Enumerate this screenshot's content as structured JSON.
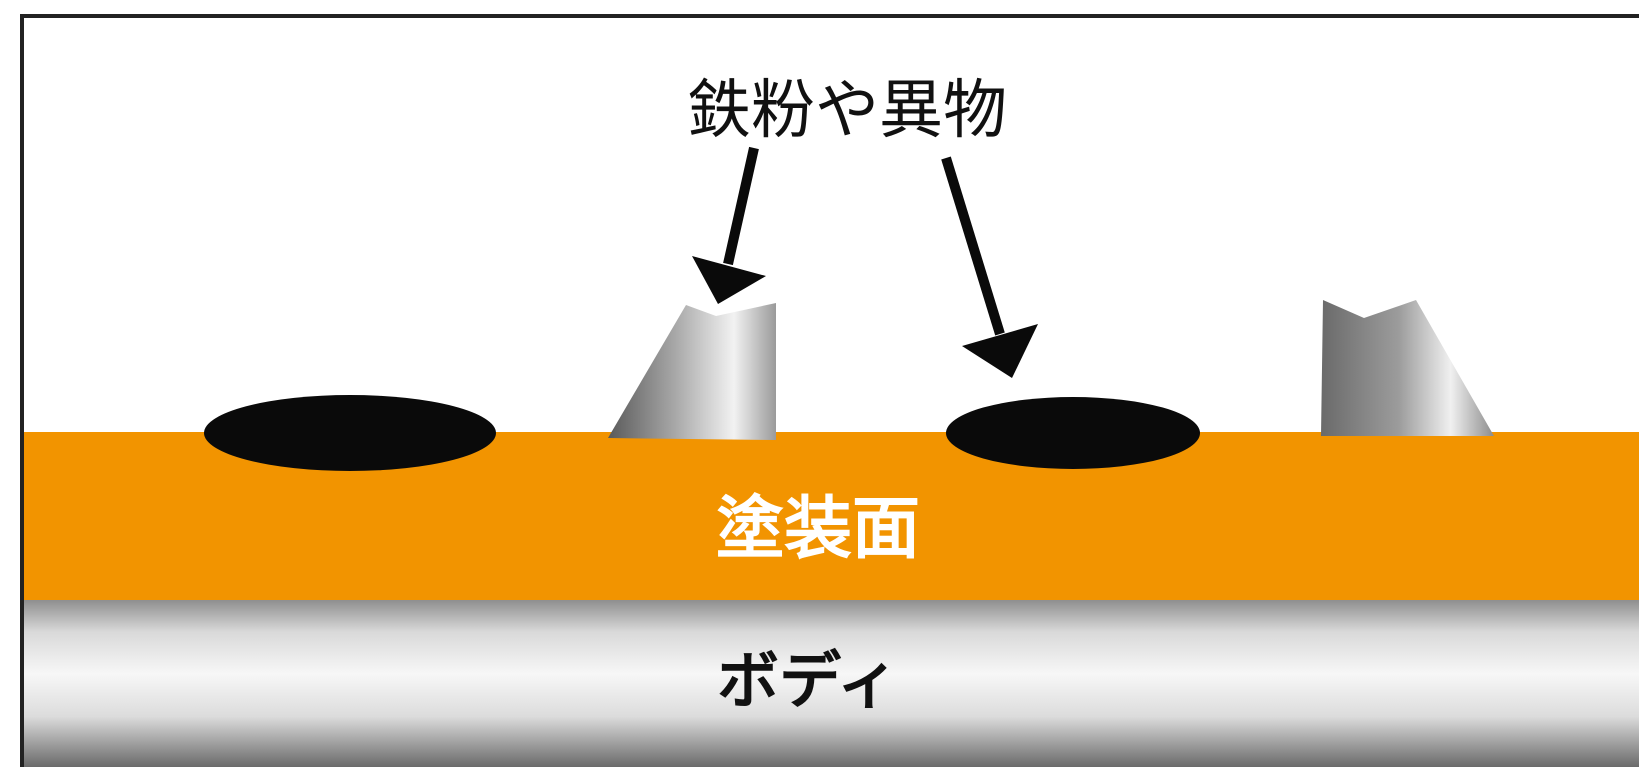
{
  "labels": {
    "particles": "鉄粉や異物",
    "paint_surface": "塗装面",
    "body": "ボディ"
  },
  "colors": {
    "paint_layer": "#f29400",
    "body_light": "#f4f4f4",
    "body_dark": "#6e6e6e",
    "particle_dark": "#0a0a0a",
    "arrow": "#0a0a0a",
    "label_white": "#ffffff",
    "label_black": "#111111"
  },
  "icons": {
    "particle_flat": "black-oval-particle",
    "particle_spike": "metal-spike-particle",
    "arrow": "down-arrow"
  }
}
